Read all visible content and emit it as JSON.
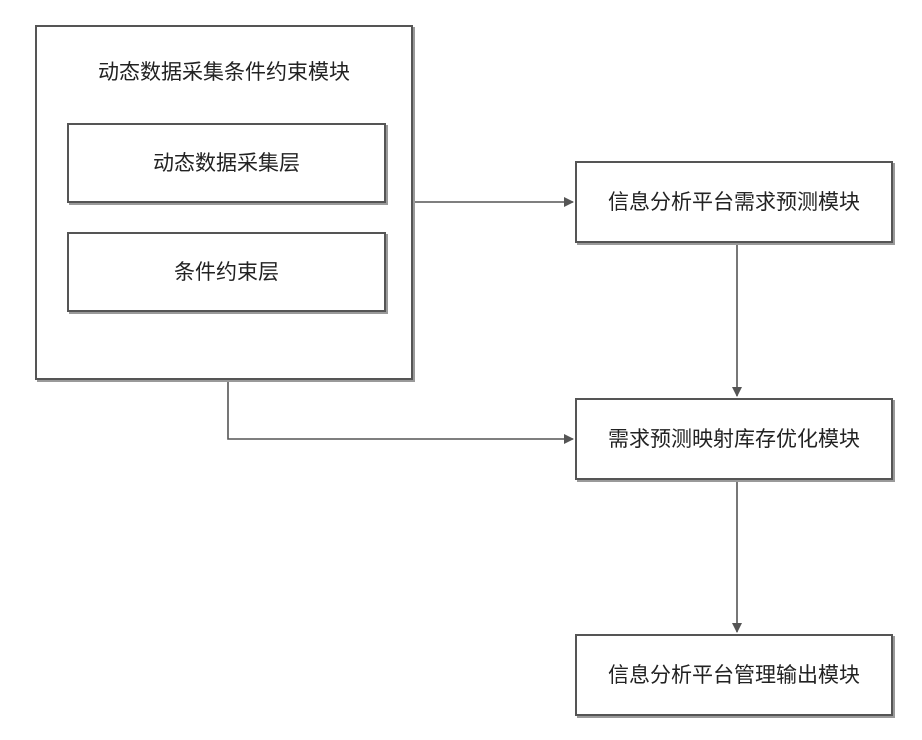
{
  "diagram": {
    "outer_module": {
      "title": "动态数据采集条件约束模块"
    },
    "layer_collect": {
      "label": "动态数据采集层"
    },
    "layer_constraint": {
      "label": "条件约束层"
    },
    "module_forecast": {
      "label": "信息分析平台需求预测模块"
    },
    "module_inventory": {
      "label": "需求预测映射库存优化模块"
    },
    "module_output": {
      "label": "信息分析平台管理输出模块"
    },
    "colors": {
      "stroke": "#555555",
      "shadow": "#9a9a9a",
      "text": "#222222"
    }
  }
}
